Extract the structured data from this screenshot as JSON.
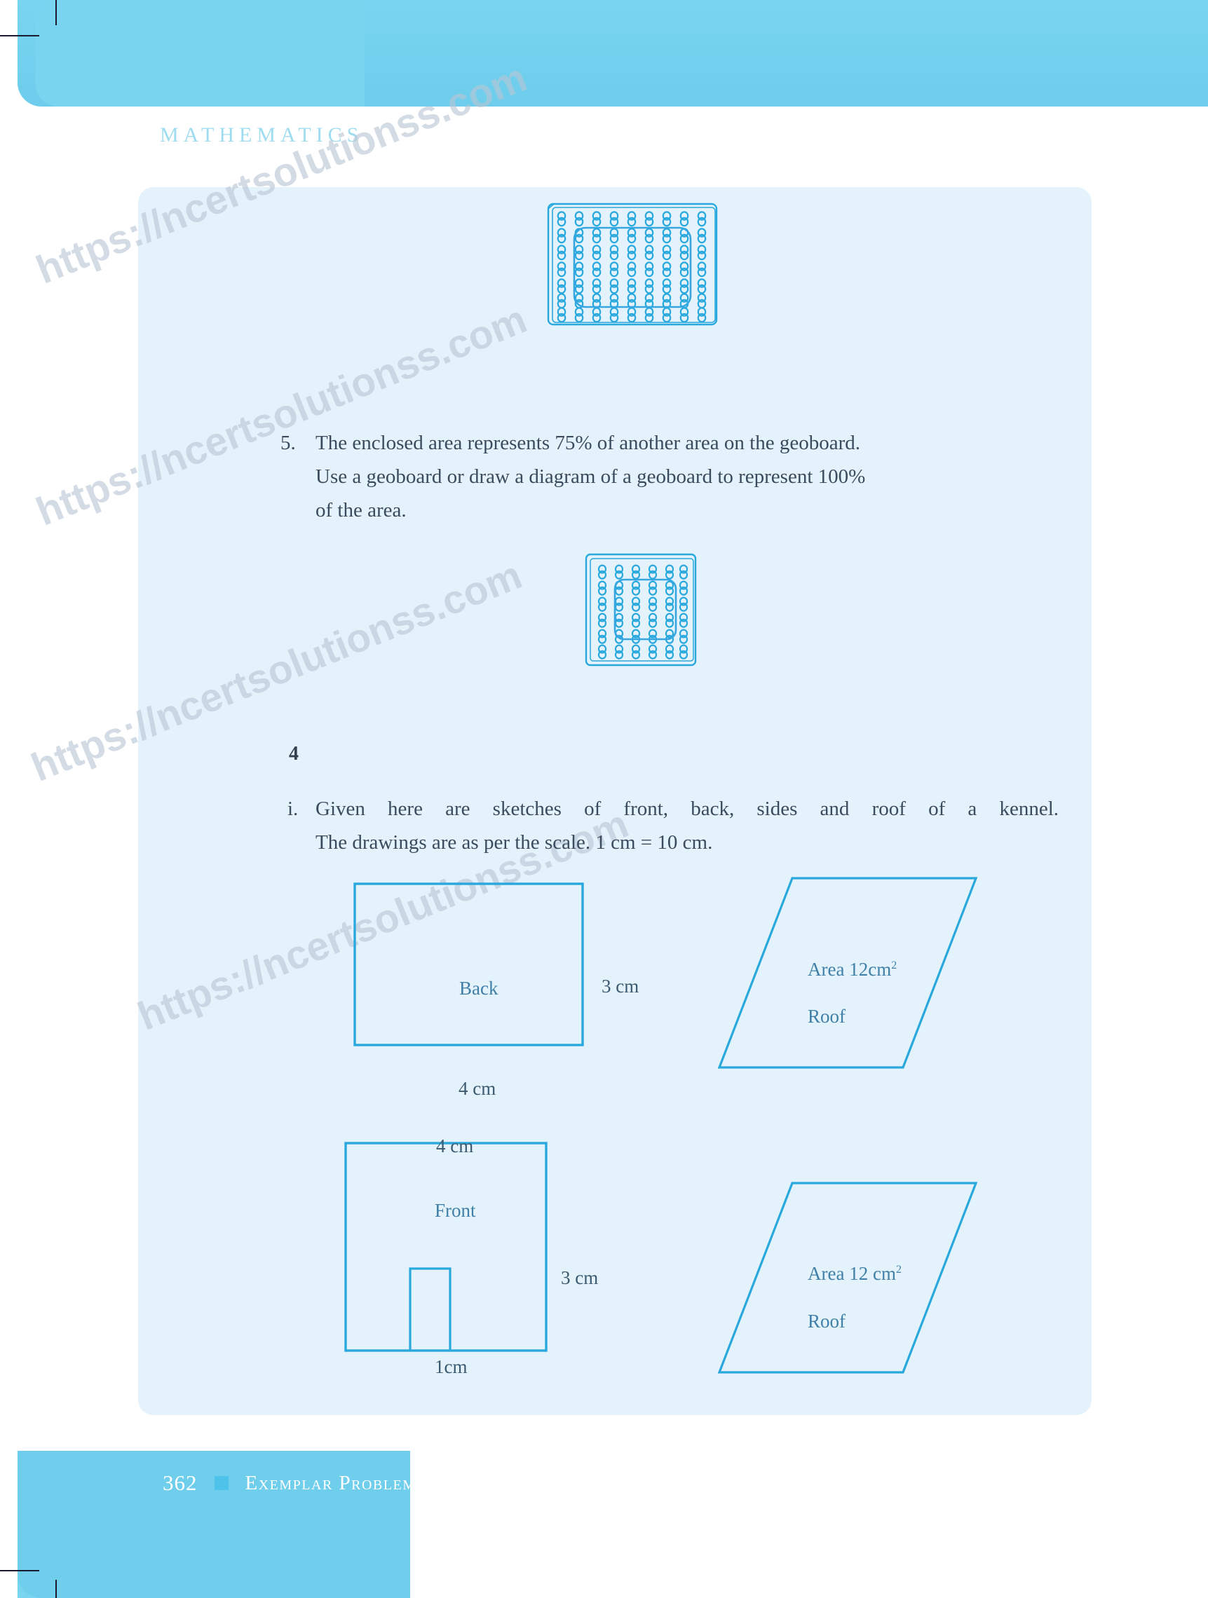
{
  "page": {
    "running_head": "MATHEMATICS",
    "watermark": "https://ncertsolutionss.com"
  },
  "questions": [
    {
      "number": "5.",
      "line1": "The enclosed area represents 75% of another area on the geoboard.",
      "line2": "Use a geoboard or draw a diagram of a geoboard to represent 100%",
      "line3": "of the area."
    }
  ],
  "section": {
    "heading": "4",
    "item": {
      "number": "i.",
      "line1": "Given here are sketches of front, back, sides and roof of a kennel.",
      "line2": "The drawings are as per the scale. 1 cm = 10 cm."
    }
  },
  "figures": {
    "back": {
      "name": "Back",
      "height_label": "3 cm",
      "width_label": "4 cm"
    },
    "roof_top": {
      "area_label": "Area 12cm",
      "area_exponent": "2",
      "name": "Roof"
    },
    "front": {
      "name": "Front",
      "width_label": "4 cm",
      "height_label": "3 cm",
      "door_label": "1cm"
    },
    "roof_bottom": {
      "area_label": "Area 12 cm",
      "area_exponent": "2",
      "name": "Roof"
    }
  },
  "geoboards": [
    {
      "id": "geoboard-top",
      "cols": 9,
      "rows": 7,
      "enclosure_cols": 7,
      "enclosure_rows": 5
    },
    {
      "id": "geoboard-bottom",
      "cols": 6,
      "rows": 6,
      "enclosure_cols": 4,
      "enclosure_rows": 5
    }
  ],
  "footer": {
    "page_number": "362",
    "bullet": "square-bullet",
    "book_title": "Exemplar Problems"
  },
  "colors": {
    "band_blue": "#79d4f0",
    "panel_blue": "#e4f3fb",
    "figure_stroke": "#29a8dd",
    "text": "#3b4a5c",
    "label": "#3f7fa8",
    "watermark": "#b9c6d6"
  }
}
